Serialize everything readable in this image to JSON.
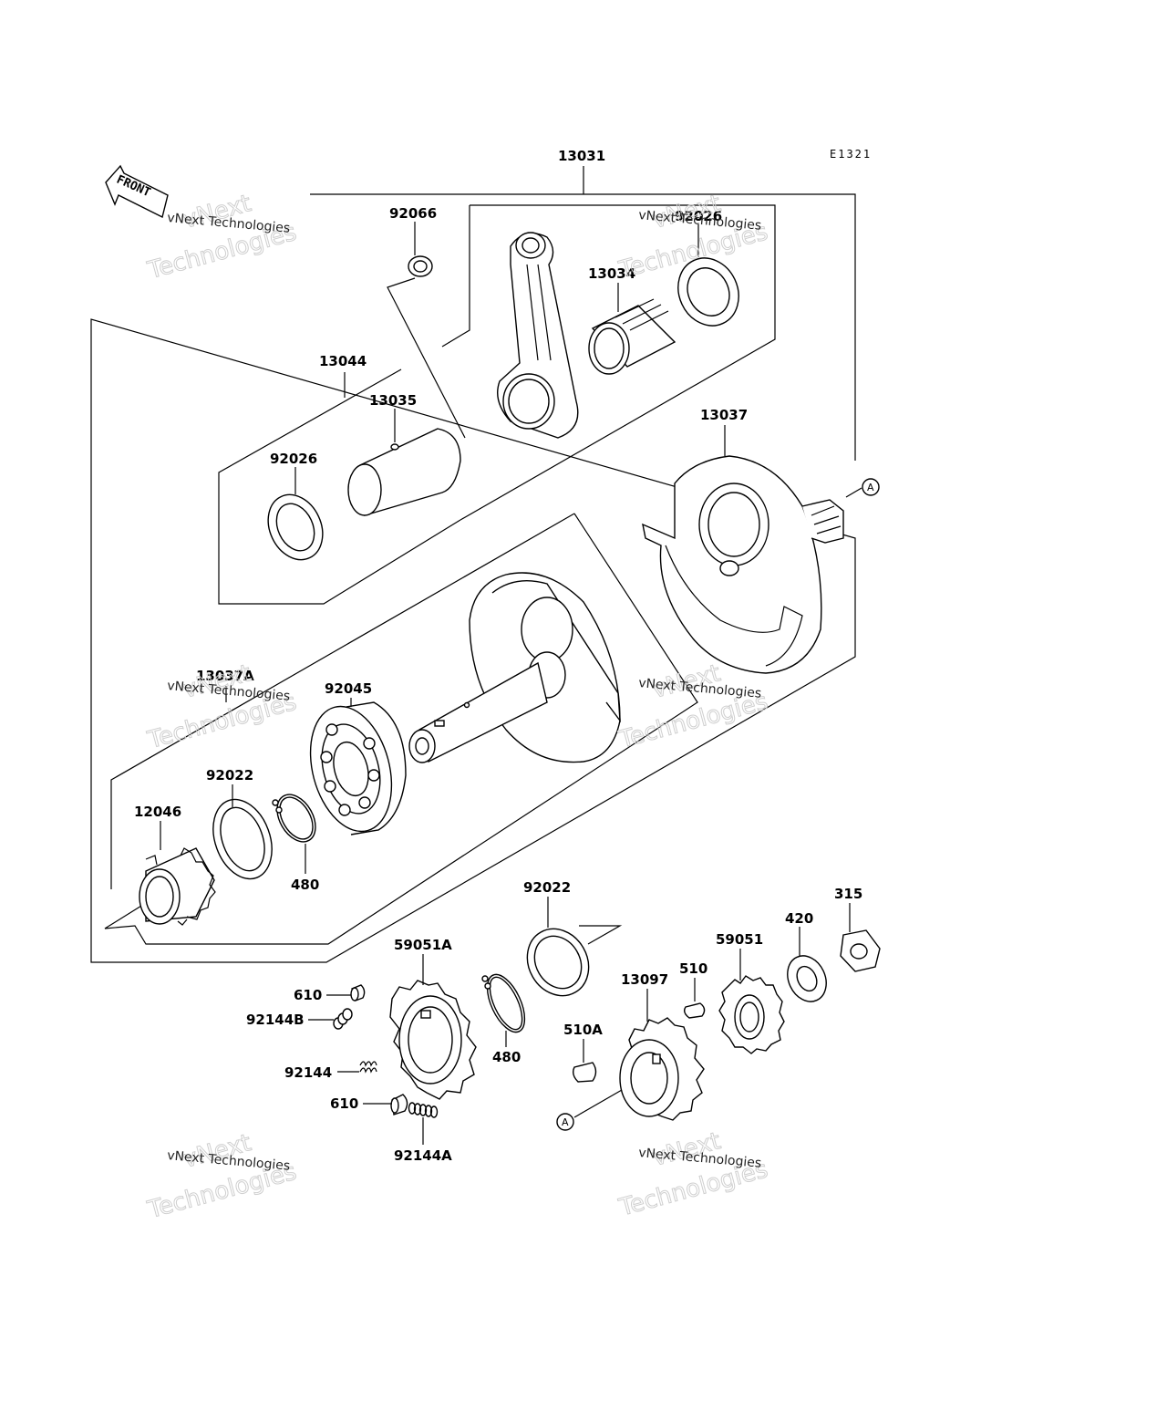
{
  "diagram_code": "E1321",
  "front_label": "FRONT",
  "ref_marker": "A",
  "watermark": {
    "line1": "vNext Technologies",
    "line2": "vNext",
    "line3": "Technologies"
  },
  "parts": {
    "p13031": "13031",
    "p92066": "92066",
    "p92026a": "92026",
    "p13034": "13034",
    "p13044": "13044",
    "p13035": "13035",
    "p92026b": "92026",
    "p13037": "13037",
    "p13037A": "13037A",
    "p92045": "92045",
    "p92022a": "92022",
    "p12046": "12046",
    "p480a": "480",
    "p92022b": "92022",
    "p315": "315",
    "p420": "420",
    "p59051A": "59051A",
    "p59051": "59051",
    "p510": "510",
    "p13097": "13097",
    "p610a": "610",
    "p92144B": "92144B",
    "p480b": "480",
    "p510A": "510A",
    "p92144": "92144",
    "p610b": "610",
    "p92144A": "92144A"
  }
}
